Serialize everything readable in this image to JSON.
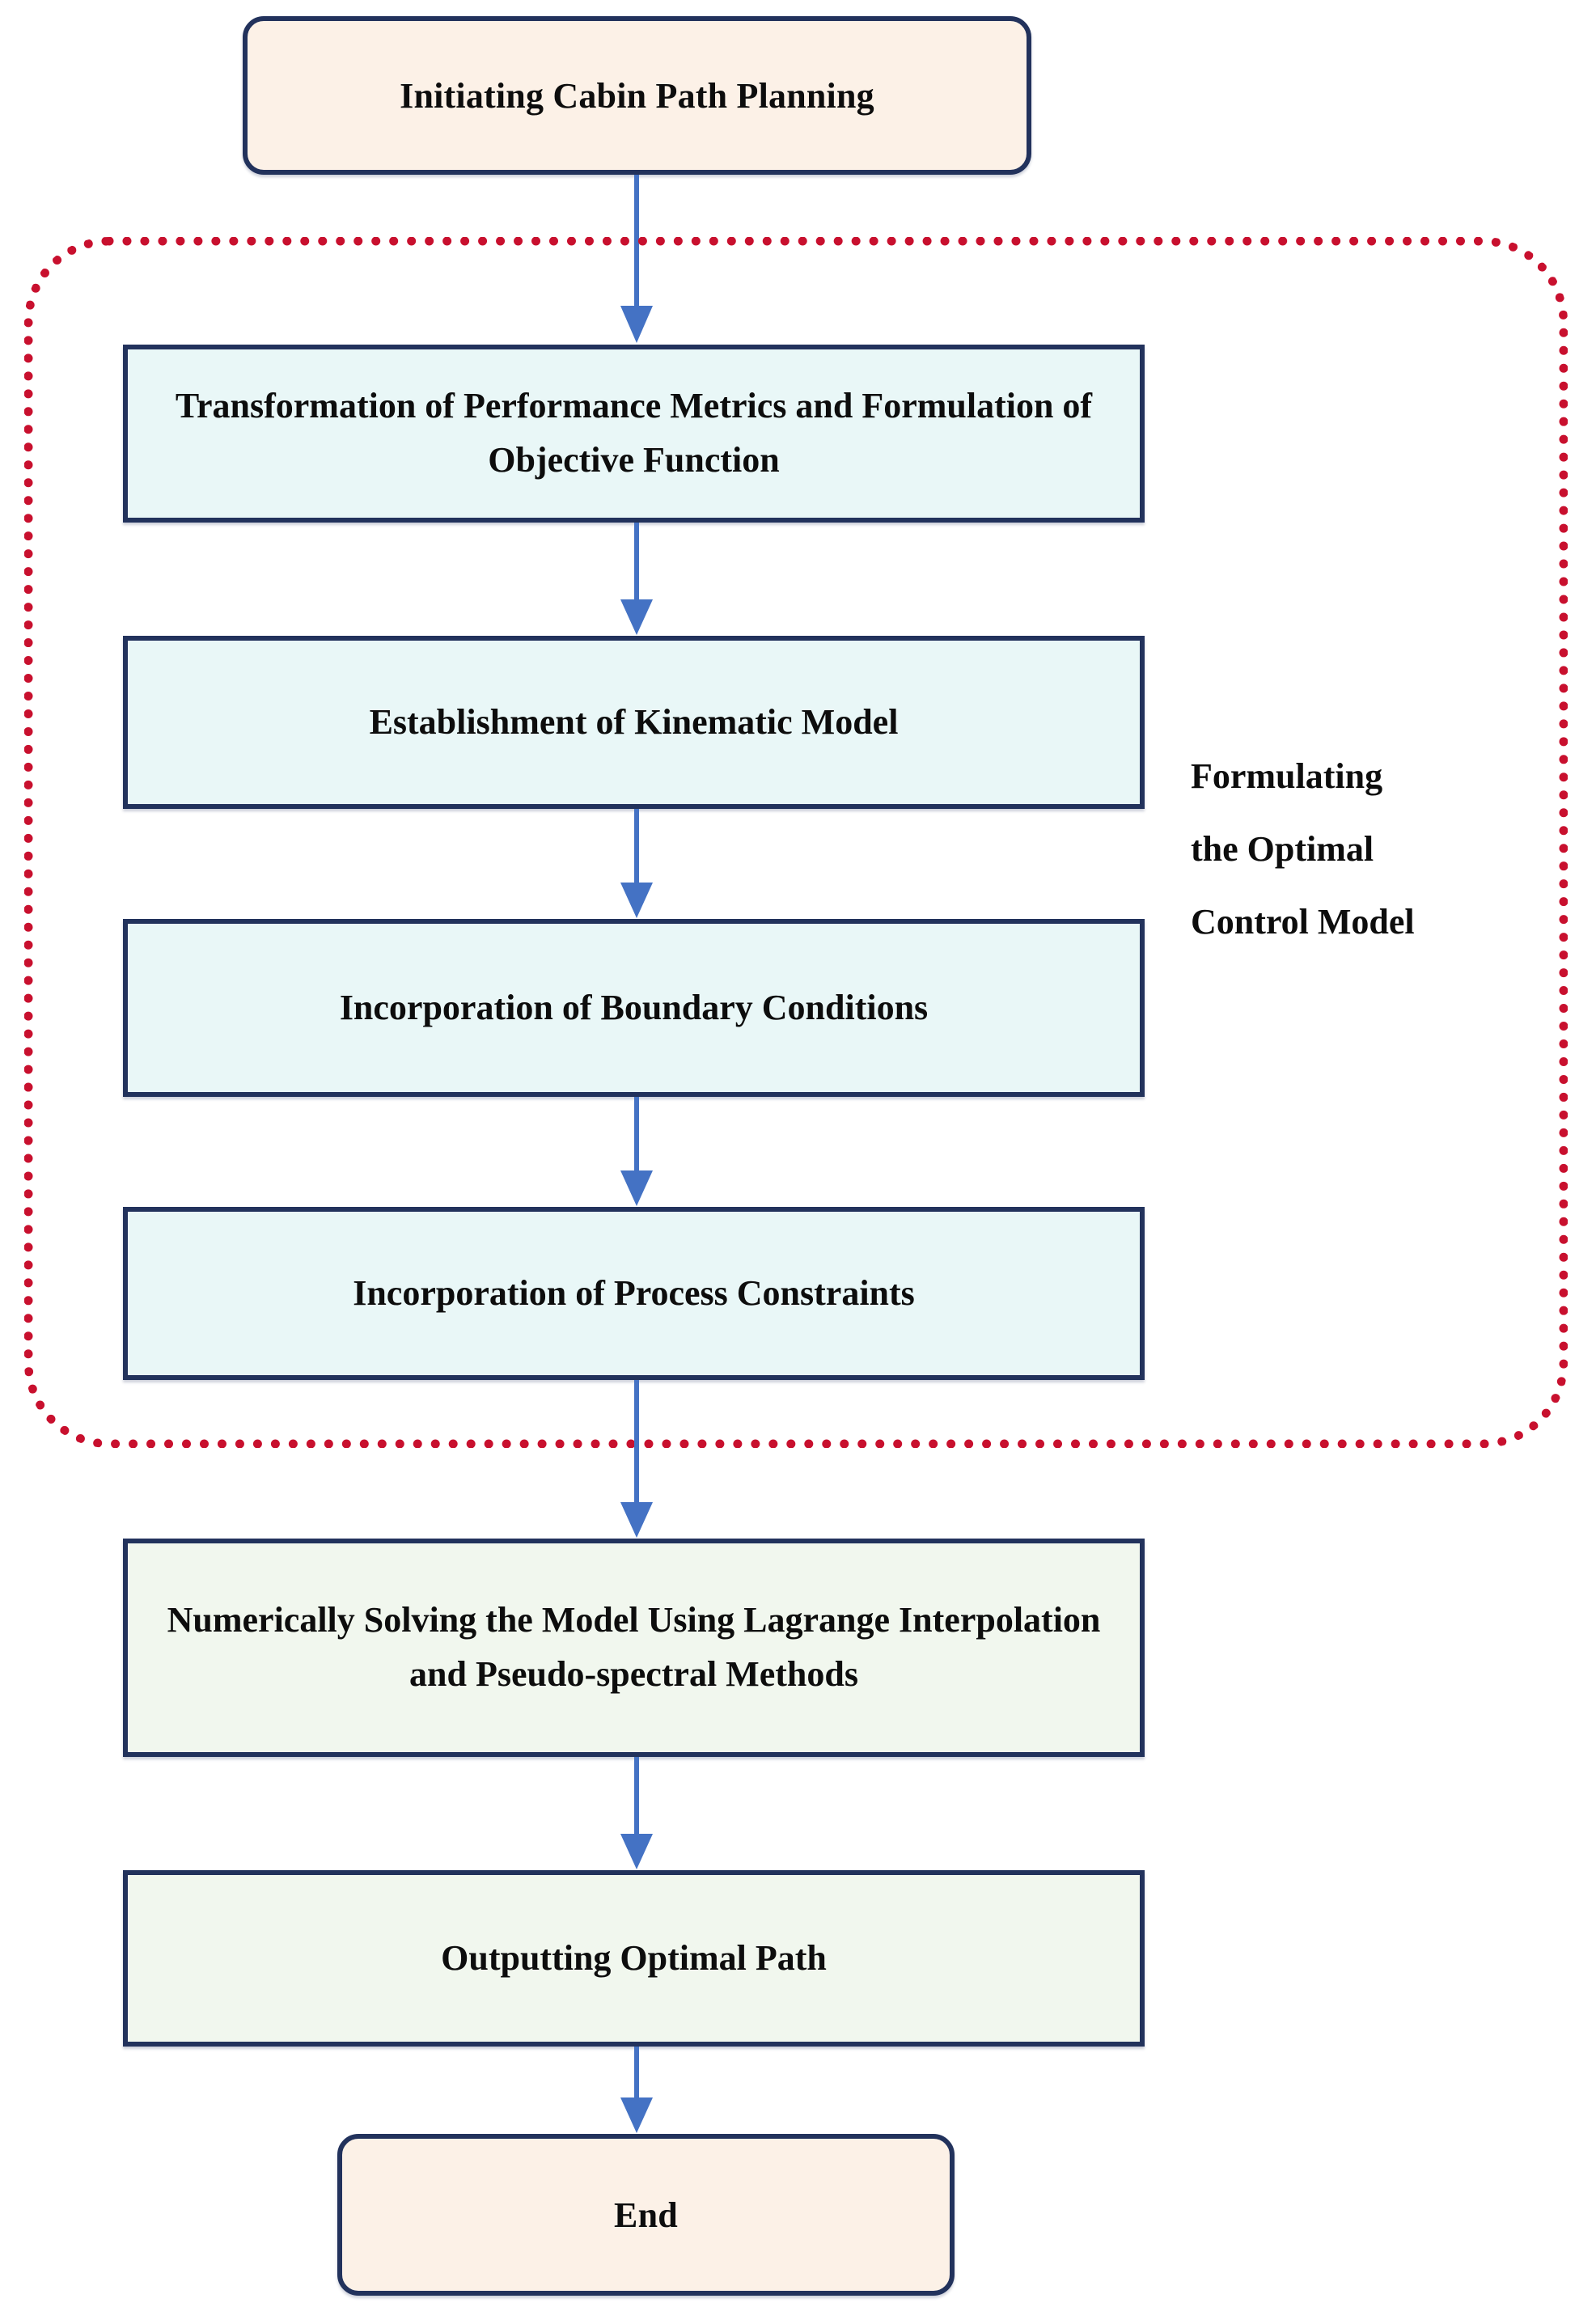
{
  "diagram": {
    "title": "Cabin Path Planning Flowchart",
    "colors": {
      "terminator_fill": "#FCF1E7",
      "process_fill_cyan": "#E9F7F7",
      "process_fill_mint": "#F1F7EE",
      "node_border": "#22325C",
      "arrow": "#4472C4",
      "group_border": "#C8102E",
      "text": "#0d0d0d",
      "background": "#FFFFFF"
    },
    "nodes": [
      {
        "id": "start",
        "type": "terminator",
        "label": "Initiating Cabin Path Planning"
      },
      {
        "id": "objective",
        "type": "process",
        "label": "Transformation of Performance Metrics and Formulation of Objective Function"
      },
      {
        "id": "kinematic",
        "type": "process",
        "label": "Establishment of Kinematic Model"
      },
      {
        "id": "boundary",
        "type": "process",
        "label": "Incorporation of Boundary Conditions"
      },
      {
        "id": "constraints",
        "type": "process",
        "label": "Incorporation of Process Constraints"
      },
      {
        "id": "solve",
        "type": "process",
        "label": "Numerically Solving the Model Using Lagrange Interpolation and Pseudo-spectral Methods"
      },
      {
        "id": "output",
        "type": "process",
        "label": "Outputting Optimal Path"
      },
      {
        "id": "end",
        "type": "terminator",
        "label": "End"
      }
    ],
    "group": {
      "caption": "Formulating\nthe Optimal\nControl Model",
      "caption_lines": [
        "Formulating",
        "the Optimal",
        "Control Model"
      ],
      "member_node_ids": [
        "objective",
        "kinematic",
        "boundary",
        "constraints"
      ]
    },
    "edges": [
      {
        "from": "start",
        "to": "objective"
      },
      {
        "from": "objective",
        "to": "kinematic"
      },
      {
        "from": "kinematic",
        "to": "boundary"
      },
      {
        "from": "boundary",
        "to": "constraints"
      },
      {
        "from": "constraints",
        "to": "solve"
      },
      {
        "from": "solve",
        "to": "output"
      },
      {
        "from": "output",
        "to": "end"
      }
    ]
  }
}
